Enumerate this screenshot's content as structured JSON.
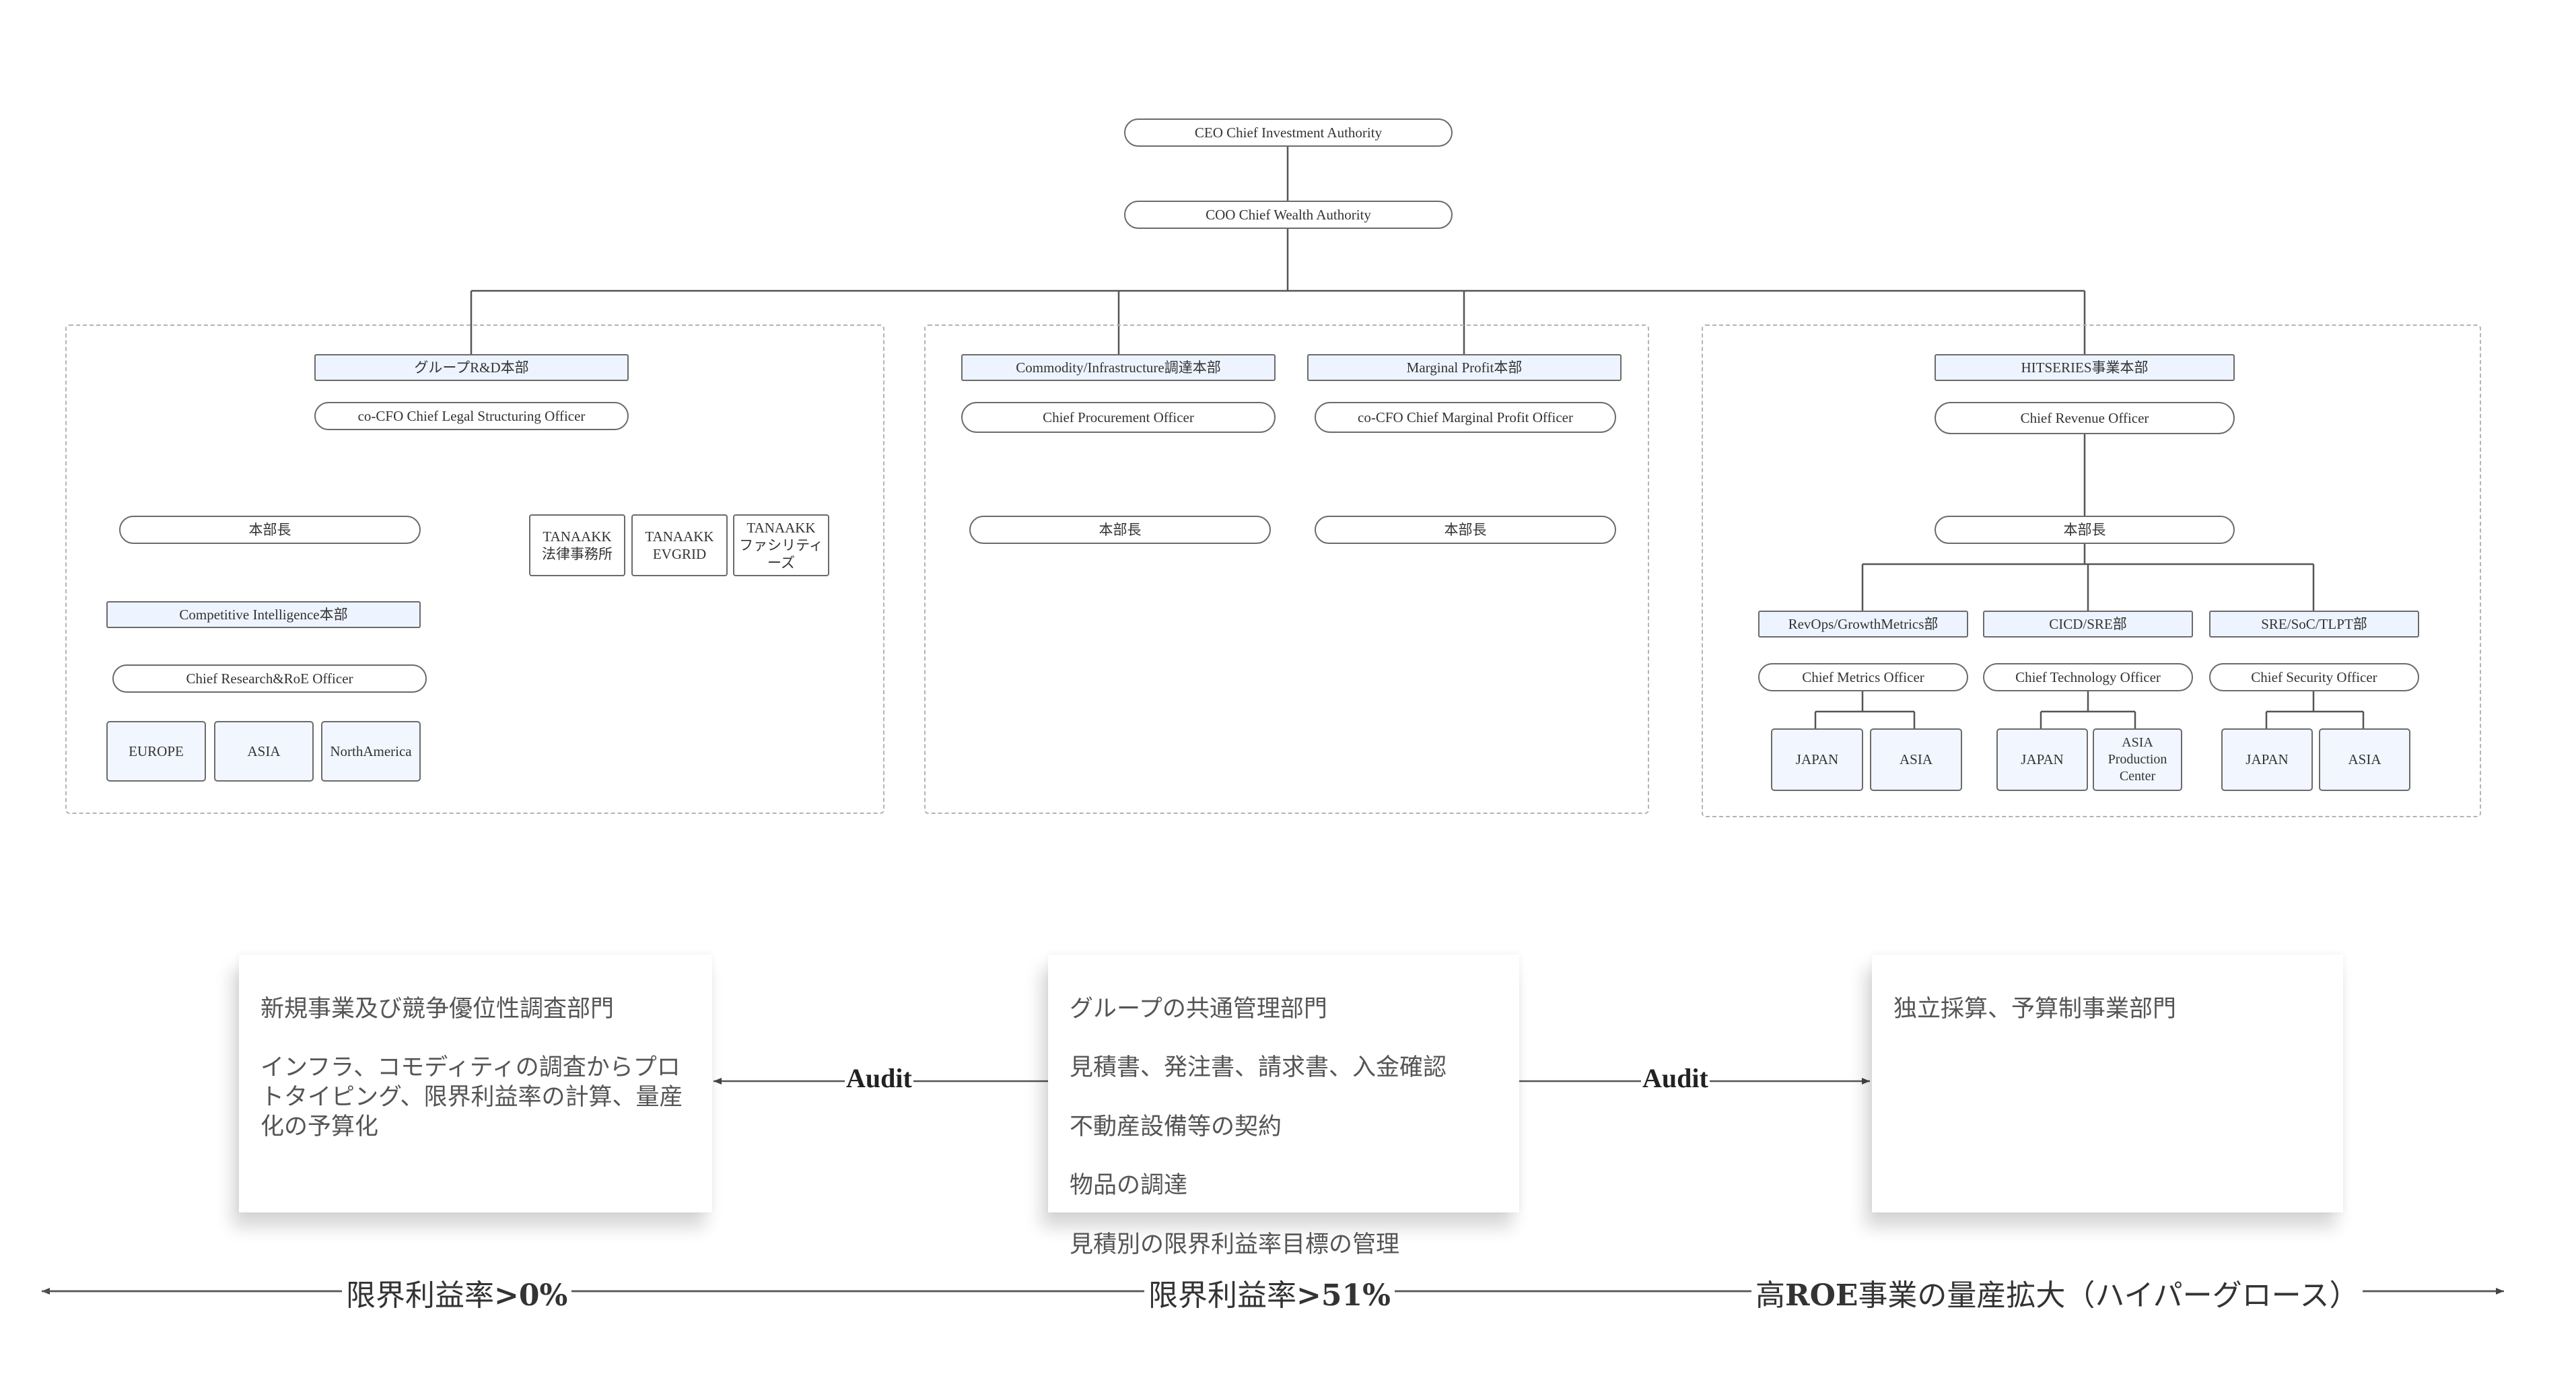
{
  "top": {
    "ceo": "CEO Chief Investment Authority",
    "coo": "COO Chief Wealth Authority"
  },
  "left": {
    "dept": "グループR&D本部",
    "officer": "co-CFO Chief Legal Structuring Officer",
    "head": "本部長",
    "tanaakk": [
      "TANAAKK\n法律事務所",
      "TANAAKK\nEVGRID",
      "TANAAKK\nファシリティーズ"
    ],
    "ci_dept": "Competitive Intelligence本部",
    "ci_officer": "Chief Research&RoE Officer",
    "regions": [
      "EUROPE",
      "ASIA",
      "NorthAmerica"
    ]
  },
  "middle": {
    "commodity_dept": "Commodity/Infrastructure調達本部",
    "commodity_officer": "Chief Procurement Officer",
    "commodity_head": "本部長",
    "marginal_dept": "Marginal Profit本部",
    "marginal_officer": "co-CFO Chief Marginal Profit Officer",
    "marginal_head": "本部長"
  },
  "right": {
    "dept": "HITSERIES事業本部",
    "officer": "Chief Revenue Officer",
    "head": "本部長",
    "subs": [
      {
        "dept": "RevOps/GrowthMetrics部",
        "officer": "Chief Metrics Officer",
        "tiles": [
          "JAPAN",
          "ASIA"
        ]
      },
      {
        "dept": "CICD/SRE部",
        "officer": "Chief Technology Officer",
        "tiles": [
          "JAPAN",
          "ASIA\nProduction\nCenter"
        ]
      },
      {
        "dept": "SRE/SoC/TLPT部",
        "officer": "Chief Security Officer",
        "tiles": [
          "JAPAN",
          "ASIA"
        ]
      }
    ]
  },
  "notes": {
    "left": [
      "新規事業及び競争優位性調査部門",
      "インフラ、コモディティの調査からプロトタイピング、限界利益率の計算、量産化の予算化"
    ],
    "middle": [
      "グループの共通管理部門",
      "見積書、発注書、請求書、入金確認",
      "不動産設備等の契約",
      "物品の調達",
      "見積別の限界利益率目標の管理"
    ],
    "right": [
      "独立採算、予算制事業部門"
    ]
  },
  "audit_label": "Audit",
  "axis": {
    "left_prefix": "限界利益率",
    "left_value": ">0%",
    "middle_prefix": "限界利益率",
    "middle_value": ">51%",
    "right_prefix": "高",
    "right_bold": "ROE",
    "right_suffix": "事業の量産拡大（ハイパーグロース）"
  }
}
